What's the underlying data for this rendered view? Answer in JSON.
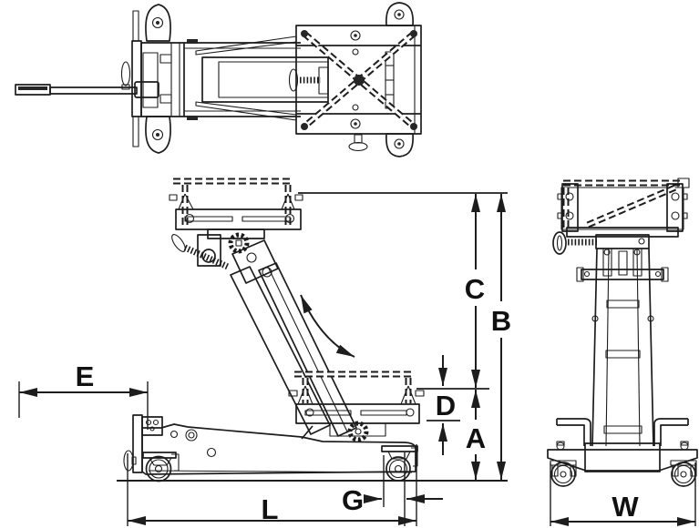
{
  "diagram": {
    "background": "#ffffff",
    "line_color": "#1d1d1d",
    "dimension_labels": {
      "A": "A",
      "B": "B",
      "C": "C",
      "D": "D",
      "E": "E",
      "G": "G",
      "L": "L",
      "W": "W"
    }
  }
}
